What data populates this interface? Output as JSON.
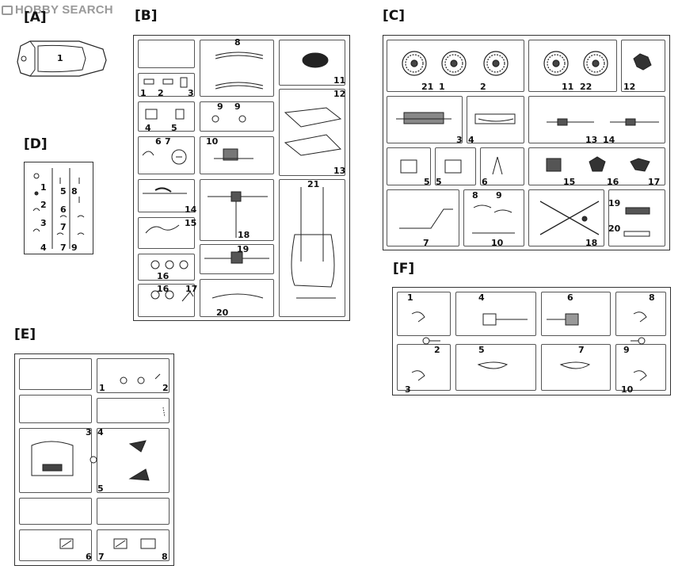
{
  "watermark": {
    "brand": "HOBBY",
    "text": "SEARCH"
  },
  "sections": {
    "A": {
      "title": "[A]",
      "parts": [
        "1"
      ]
    },
    "B": {
      "title": "[B]",
      "parts": [
        "8",
        "11",
        "12",
        "13",
        "1",
        "2",
        "3",
        "4",
        "5",
        "6",
        "7",
        "9",
        "9",
        "10",
        "14",
        "15",
        "18",
        "19",
        "16",
        "16",
        "17",
        "20",
        "21"
      ]
    },
    "C": {
      "title": "[C]",
      "parts": [
        "21",
        "1",
        "2",
        "11",
        "22",
        "12",
        "3",
        "4",
        "13",
        "14",
        "5",
        "5",
        "6",
        "15",
        "16",
        "17",
        "8",
        "9",
        "7",
        "10",
        "18",
        "19",
        "20"
      ]
    },
    "D": {
      "title": "[D]",
      "parts": [
        "1",
        "5",
        "8",
        "2",
        "6",
        "3",
        "7",
        "4",
        "7",
        "9"
      ]
    },
    "E": {
      "title": "[E]",
      "parts": [
        "1",
        "2",
        "3",
        "4",
        "5",
        "6",
        "7",
        "8"
      ]
    },
    "F": {
      "title": "[F]",
      "parts": [
        "1",
        "4",
        "6",
        "8",
        "2",
        "5",
        "7",
        "9",
        "3",
        "10"
      ]
    }
  }
}
